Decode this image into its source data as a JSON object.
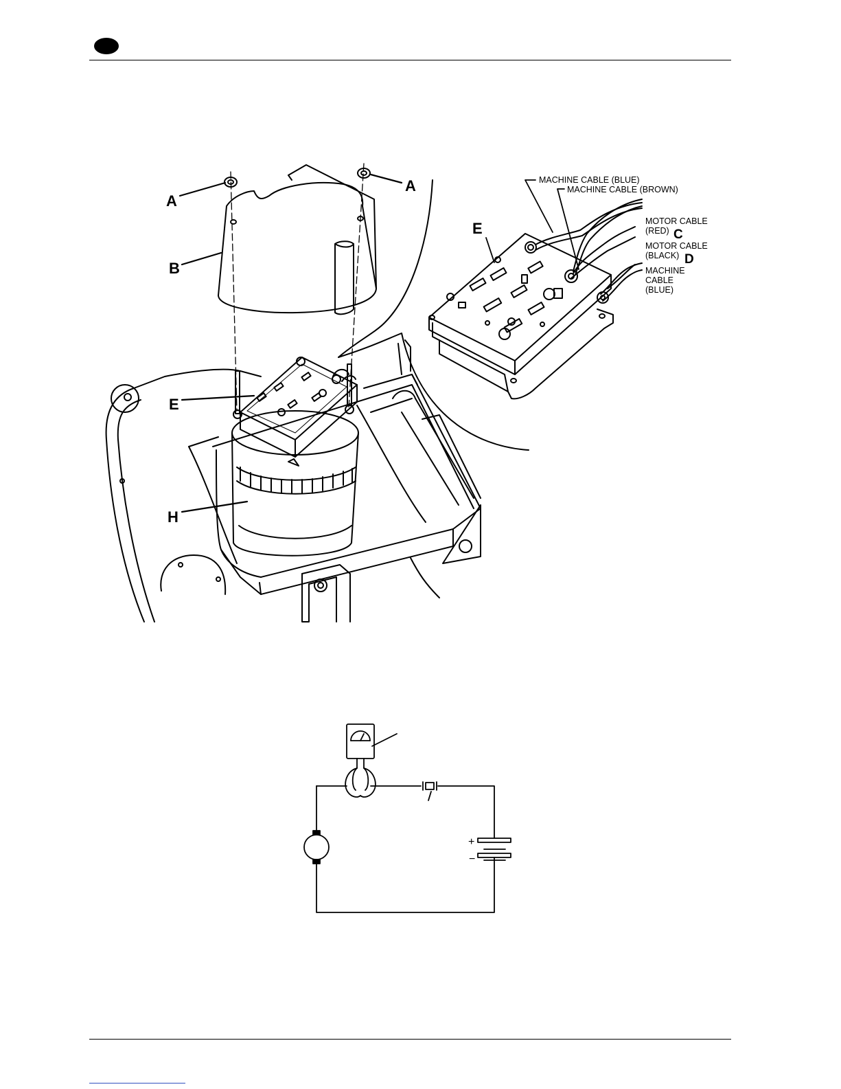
{
  "figure1": {
    "labels": {
      "a_left": "A",
      "a_right": "A",
      "b": "B",
      "e_main": "E",
      "h": "H",
      "e_detail": "E"
    },
    "cables": {
      "machine_blue_top": "MACHINE CABLE (BLUE)",
      "machine_brown": "MACHINE CABLE (BROWN)",
      "motor_red_line1": "MOTOR CABLE",
      "motor_red_line2": "(RED)",
      "motor_red_letter": "C",
      "motor_black_line1": "MOTOR CABLE",
      "motor_black_line2": "(BLACK)",
      "motor_black_letter": "D",
      "machine_blue_line1": "MACHINE",
      "machine_blue_line2": "CABLE",
      "machine_blue_line3": "(BLUE)"
    }
  },
  "figure2": {
    "battery_plus": "+",
    "battery_minus": "−"
  }
}
